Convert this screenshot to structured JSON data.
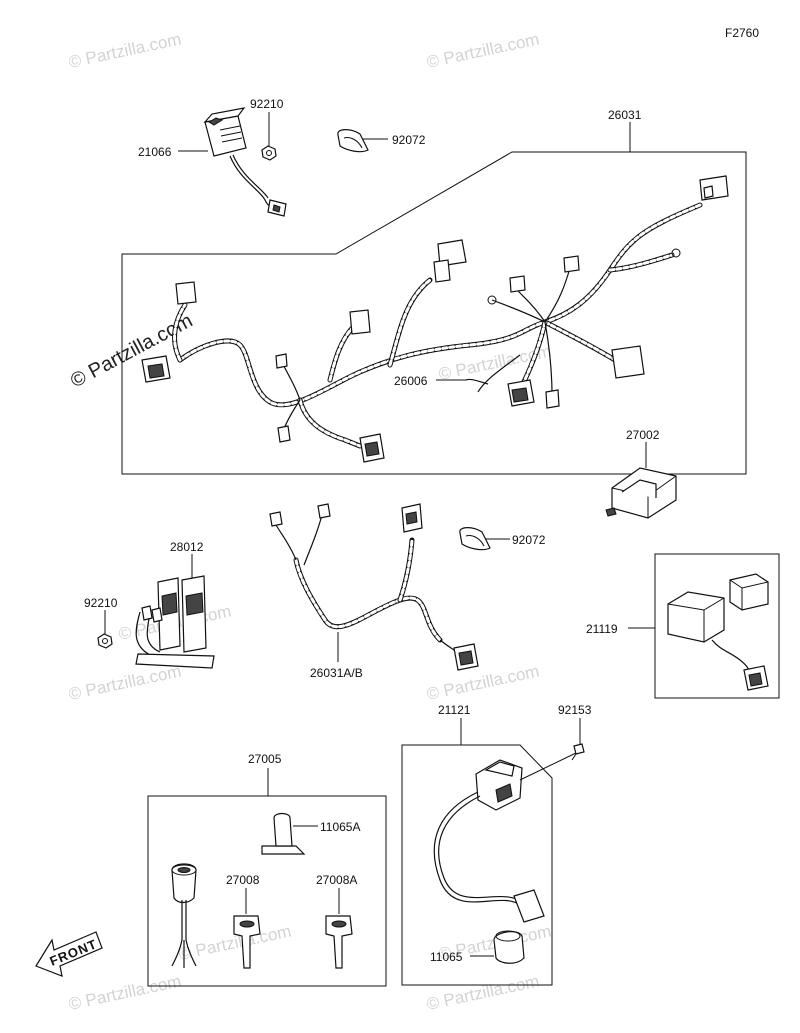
{
  "figure_code": "F2760",
  "watermark": {
    "text": "© Partzilla.com"
  },
  "parts": {
    "p21066": "21066",
    "p92210_top": "92210",
    "p92072_top": "92072",
    "p26031": "26031",
    "p26006": "26006",
    "p27002": "27002",
    "p28012": "28012",
    "p92210_mid": "92210",
    "p26031ab": "26031A/B",
    "p92072_mid": "92072",
    "p21119": "21119",
    "p21121": "21121",
    "p92153": "92153",
    "p27005": "27005",
    "p11065a": "11065A",
    "p27008": "27008",
    "p27008a": "27008A",
    "p11065": "11065"
  },
  "front_arrow": {
    "label": "FRONT"
  }
}
